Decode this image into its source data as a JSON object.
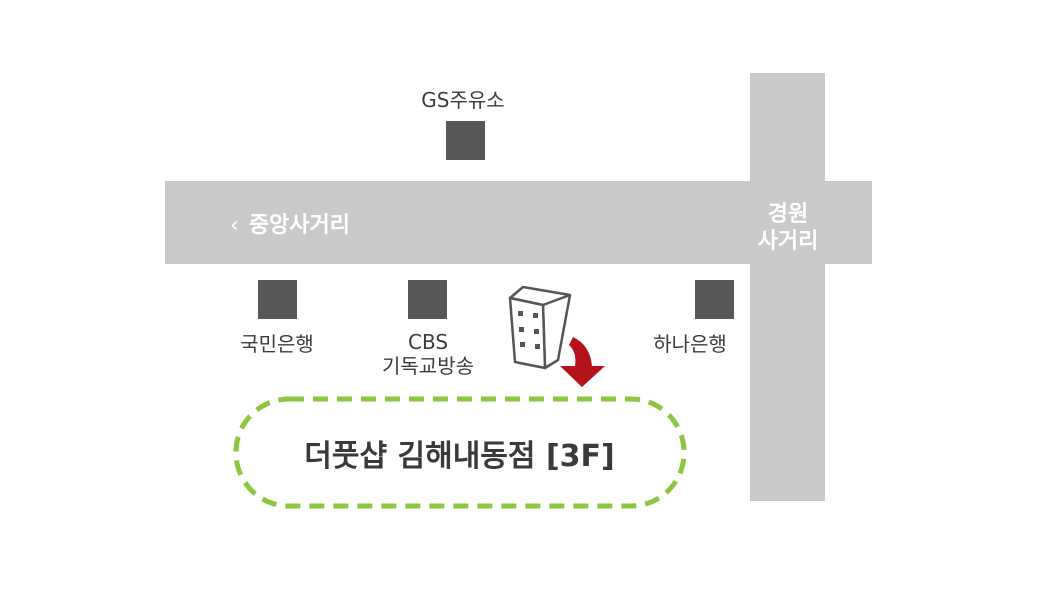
{
  "roads": {
    "horizontal_label": "중앙사거리",
    "horizontal_arrow": "‹",
    "vertical_label_line1": "경원",
    "vertical_label_line2": "사거리"
  },
  "landmarks": {
    "gs": "GS주유소",
    "kookmin": "국민은행",
    "cbs_line1": "CBS",
    "cbs_line2": "기독교방송",
    "hana": "하나은행"
  },
  "destination": "더풋샵 김해내동점 [3F]",
  "colors": {
    "road": "#c9c9c9",
    "marker": "#595657",
    "dash": "#8dc63f",
    "arrow": "#b5121b"
  }
}
